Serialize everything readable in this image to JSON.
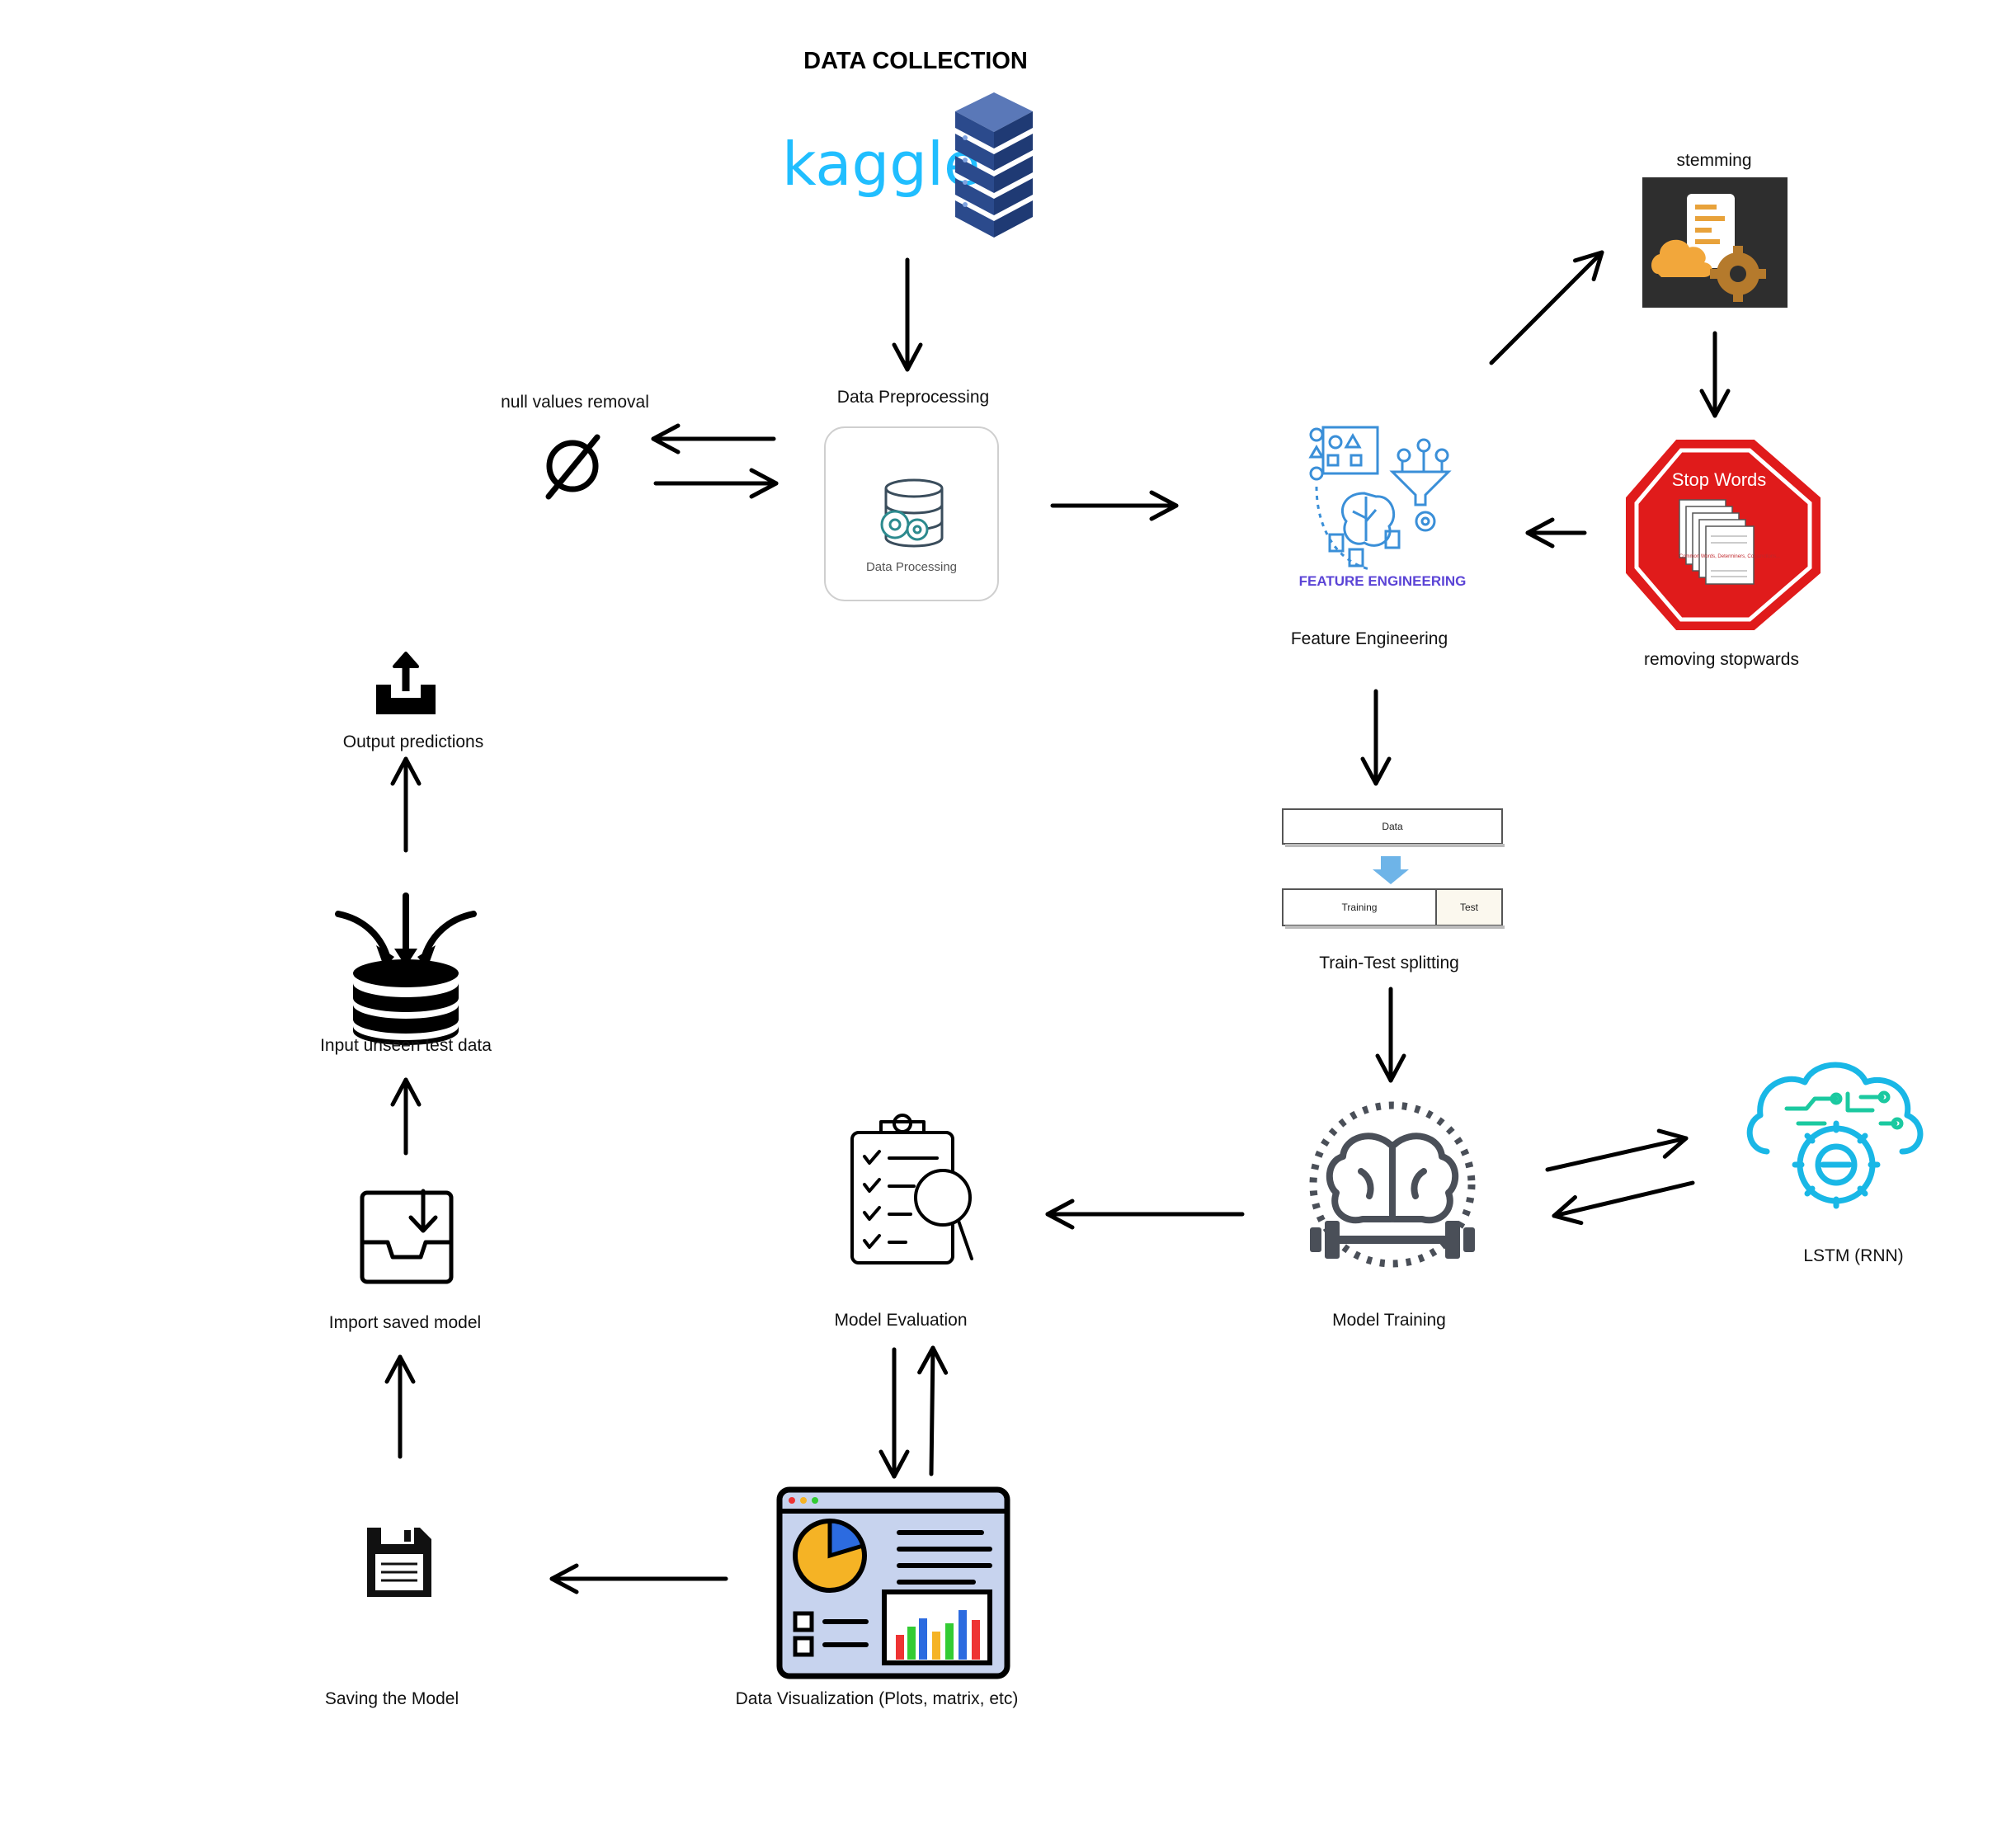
{
  "title": "DATA COLLECTION",
  "nodes": {
    "kaggle": {
      "text": "kaggle",
      "icon": "kaggle-database-icon"
    },
    "data_preprocessing": {
      "label": "Data Preprocessing",
      "card_text": "Data Processing",
      "icon": "database-gears-icon"
    },
    "null_values_removal": {
      "label": "null values removal",
      "icon": "empty-set-icon"
    },
    "feature_engineering": {
      "label": "Feature Engineering",
      "card_text": "FEATURE ENGINEERING",
      "icon": "feature-engineering-icon"
    },
    "stemming": {
      "label": "stemming",
      "icon": "cloud-gear-document-icon"
    },
    "removing_stopwords": {
      "label": "removing stopwards",
      "sign_title": "Stop Words",
      "doc_text": "Common Words, Determiners, Conjunctions...",
      "icon": "stop-sign-icon"
    },
    "train_test_split": {
      "label": "Train-Test splitting",
      "data_text": "Data",
      "training_text": "Training",
      "test_text": "Test"
    },
    "model_training": {
      "label": "Model Training",
      "icon": "brain-dumbbell-icon"
    },
    "lstm": {
      "label": "LSTM (RNN)",
      "icon": "cloud-gear-circuit-icon"
    },
    "model_evaluation": {
      "label": "Model Evaluation",
      "icon": "clipboard-magnifier-icon"
    },
    "data_visualization": {
      "label": "Data Visualization (Plots, matrix, etc)",
      "icon": "dashboard-icon"
    },
    "saving_model": {
      "label": "Saving the Model",
      "icon": "floppy-disk-icon"
    },
    "import_model": {
      "label": "Import saved model",
      "icon": "inbox-download-icon"
    },
    "input_test_data": {
      "label": "Input unseen test data",
      "icon": "database-input-icon"
    },
    "output_predictions": {
      "label": "Output predictions",
      "icon": "tray-upload-icon"
    }
  },
  "colors": {
    "kaggle": "#20BEFF",
    "server": "#2B4A8C",
    "feature": "#3A8FD8",
    "feature_text": "#5B44D6",
    "stop_red": "#E01B1B",
    "train_arrow": "#6EB4E8",
    "lstm_cyan": "#19B7E6",
    "lstm_green": "#1BC9A0",
    "dashboard_bg": "#C7D3EE",
    "pie_yellow": "#F5B325",
    "pie_blue": "#2C6BE0"
  }
}
